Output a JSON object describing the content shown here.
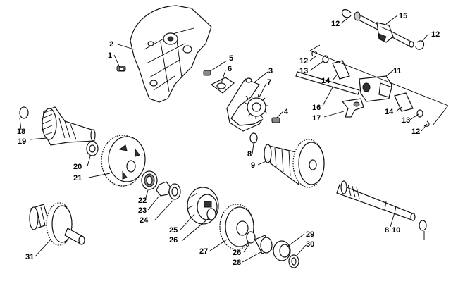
{
  "callouts": [
    {
      "id": "c1",
      "text": "1"
    },
    {
      "id": "c2",
      "text": "2"
    },
    {
      "id": "c3",
      "text": "3"
    },
    {
      "id": "c4",
      "text": "4"
    },
    {
      "id": "c5",
      "text": "5"
    },
    {
      "id": "c6",
      "text": "6"
    },
    {
      "id": "c7",
      "text": "7"
    },
    {
      "id": "c8a",
      "text": "8"
    },
    {
      "id": "c8b",
      "text": "8"
    },
    {
      "id": "c9",
      "text": "9"
    },
    {
      "id": "c10",
      "text": "10"
    },
    {
      "id": "c11",
      "text": "11"
    },
    {
      "id": "c12a",
      "text": "12"
    },
    {
      "id": "c12b",
      "text": "12"
    },
    {
      "id": "c12c",
      "text": "12"
    },
    {
      "id": "c12d",
      "text": "12"
    },
    {
      "id": "c13a",
      "text": "13"
    },
    {
      "id": "c13b",
      "text": "13"
    },
    {
      "id": "c14a",
      "text": "14"
    },
    {
      "id": "c14b",
      "text": "14"
    },
    {
      "id": "c15",
      "text": "15"
    },
    {
      "id": "c16",
      "text": "16"
    },
    {
      "id": "c17",
      "text": "17"
    },
    {
      "id": "c18",
      "text": "18"
    },
    {
      "id": "c19",
      "text": "19"
    },
    {
      "id": "c20",
      "text": "20"
    },
    {
      "id": "c21",
      "text": "21"
    },
    {
      "id": "c22",
      "text": "22"
    },
    {
      "id": "c23",
      "text": "23"
    },
    {
      "id": "c24",
      "text": "24"
    },
    {
      "id": "c25",
      "text": "25"
    },
    {
      "id": "c26a",
      "text": "26"
    },
    {
      "id": "c26b",
      "text": "26"
    },
    {
      "id": "c27",
      "text": "27"
    },
    {
      "id": "c28",
      "text": "28"
    },
    {
      "id": "c29",
      "text": "29"
    },
    {
      "id": "c30",
      "text": "30"
    },
    {
      "id": "c31",
      "text": "31"
    }
  ]
}
